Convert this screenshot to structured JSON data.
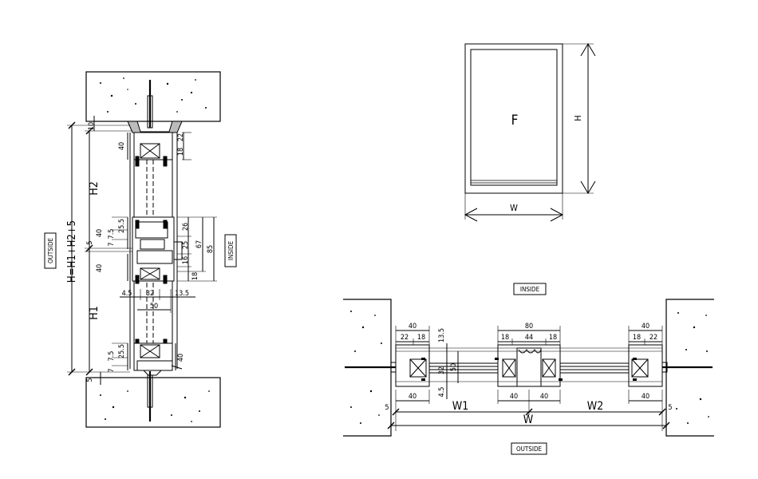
{
  "section_vertical": {
    "outside_label": "OUTSIDE",
    "inside_label": "INSIDE",
    "total_height": "H=H1+H2+5",
    "h2_label": "H2",
    "h1_label": "H1",
    "dims": [
      "10",
      "40",
      "22",
      "18",
      "40",
      "25.5",
      "7.5",
      "7",
      "5",
      "26",
      "25",
      "67",
      "85",
      "16",
      "40",
      "18",
      "4.5",
      "32",
      "13.5",
      "50",
      "7.5",
      "25.5",
      "7",
      "40",
      "5"
    ]
  },
  "elevation": {
    "panel_label": "F",
    "height_label": "H",
    "width_label": "W"
  },
  "section_horizontal": {
    "inside_label": "INSIDE",
    "outside_label": "OUTSIDE",
    "w1_label": "W1",
    "w_label": "W",
    "w2_label": "W2",
    "dims": [
      "40",
      "22",
      "18",
      "13.5",
      "80",
      "18",
      "44",
      "18",
      "40",
      "18",
      "22",
      "32",
      "50",
      "4.5",
      "40",
      "40",
      "40",
      "40",
      "5",
      "5"
    ]
  }
}
